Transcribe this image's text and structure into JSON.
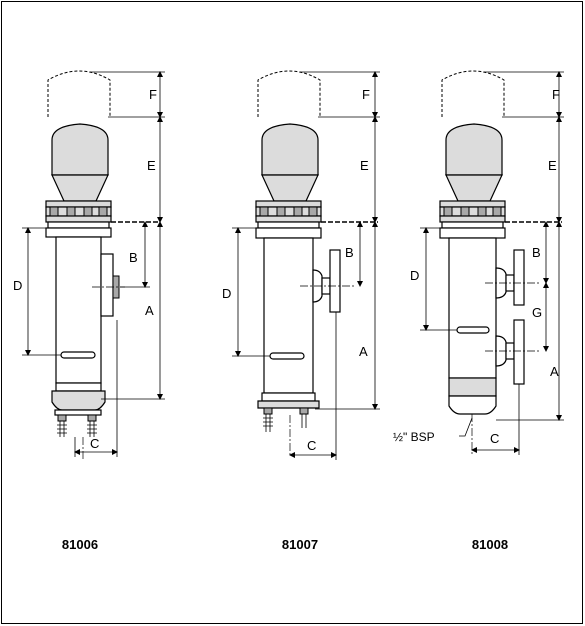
{
  "labels": {
    "A": "A",
    "B": "B",
    "C": "C",
    "D": "D",
    "E": "E",
    "F": "F",
    "G": "G",
    "bsp": "½\" BSP"
  },
  "models": [
    "81006",
    "81007",
    "81008"
  ]
}
